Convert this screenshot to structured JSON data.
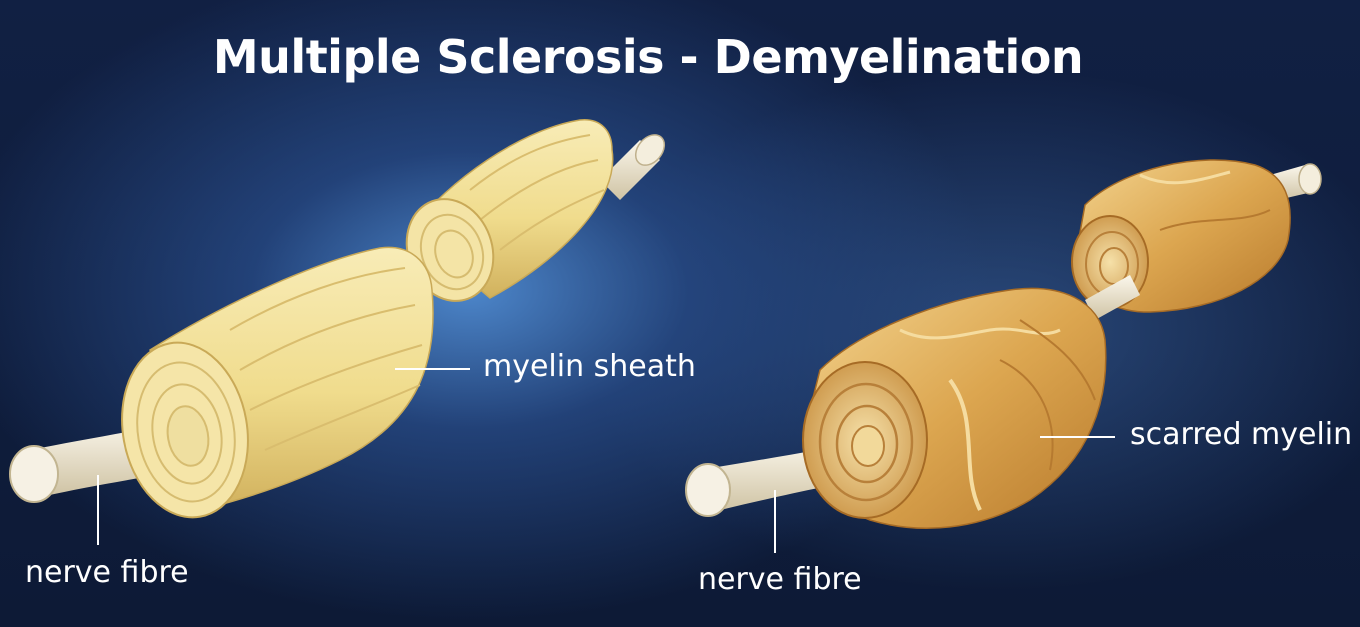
{
  "title": "Multiple Sclerosis - Demyelination",
  "healthy": {
    "sheath_label": "myelin sheath",
    "fibre_label": "nerve fibre"
  },
  "damaged": {
    "scar_label": "scarred myelin",
    "fibre_label": "nerve fibre"
  },
  "colors": {
    "background": "#112043",
    "glow": "#5a93cf",
    "myelin": "#f1dd8f",
    "scar": "#d79a45",
    "fibre": "#e8dfc7"
  }
}
